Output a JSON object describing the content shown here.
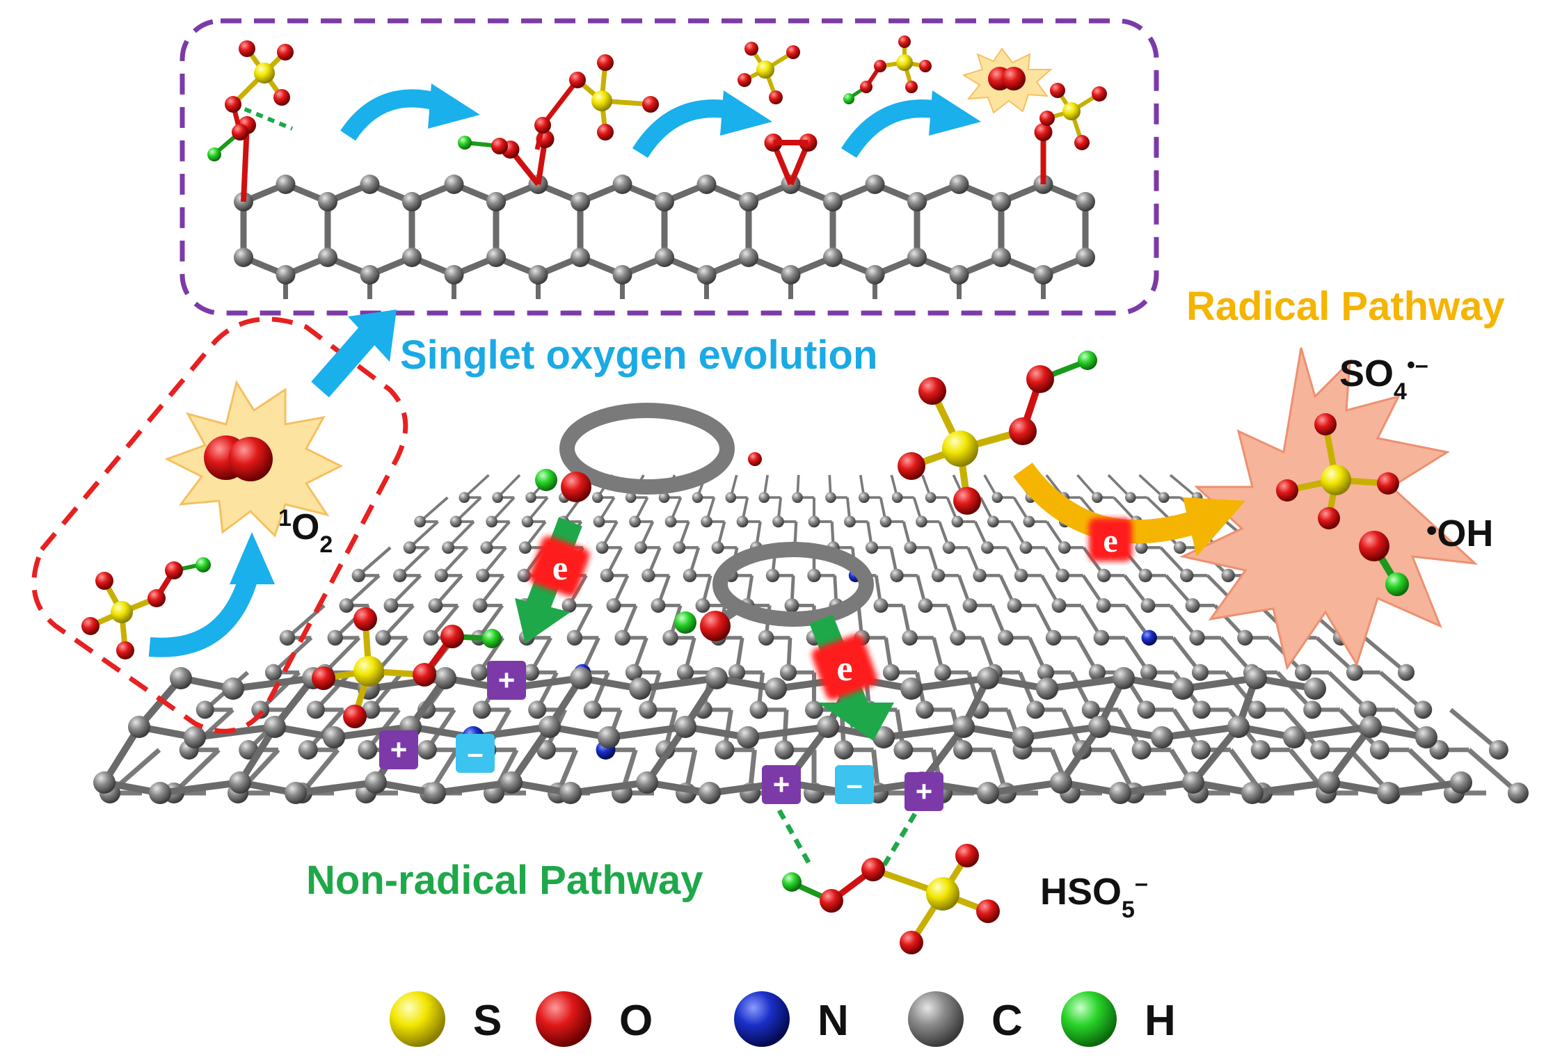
{
  "labels": {
    "singlet_oxygen_evolution": "Singlet oxygen evolution",
    "radical_pathway": "Radical Pathway",
    "non_radical_pathway": "Non-radical Pathway",
    "singlet_oxygen": {
      "sup": "1",
      "main": "O",
      "sub": "2"
    },
    "sulfate_radical": {
      "main": "SO",
      "sub": "4",
      "sup": "•–"
    },
    "hydroxyl_radical": {
      "dot": "•",
      "main": "OH"
    },
    "peroxymonosulfate": {
      "main": "HSO",
      "sub": "5",
      "sup": "–"
    },
    "electron": "e",
    "plus": "+",
    "minus": "–"
  },
  "legend": [
    {
      "symbol": "S",
      "color": "#f2e600"
    },
    {
      "symbol": "O",
      "color": "#e01818"
    },
    {
      "symbol": "N",
      "color": "#1a2fc8"
    },
    {
      "symbol": "C",
      "color": "#8a8a8a"
    },
    {
      "symbol": "H",
      "color": "#2ad42a"
    }
  ],
  "colors": {
    "singlet_box": "#7b3aa8",
    "pms_box": "#e82020",
    "singlet_text": "#1aaae6",
    "radical_text": "#f5b400",
    "nonradical_text": "#1fa84a",
    "arrow_blue": "#19b0ec",
    "arrow_orange": "#f5b400",
    "arrow_green": "#1fa84a",
    "charge_plus": "#7b3aa8",
    "charge_minus": "#3cc3f0"
  }
}
